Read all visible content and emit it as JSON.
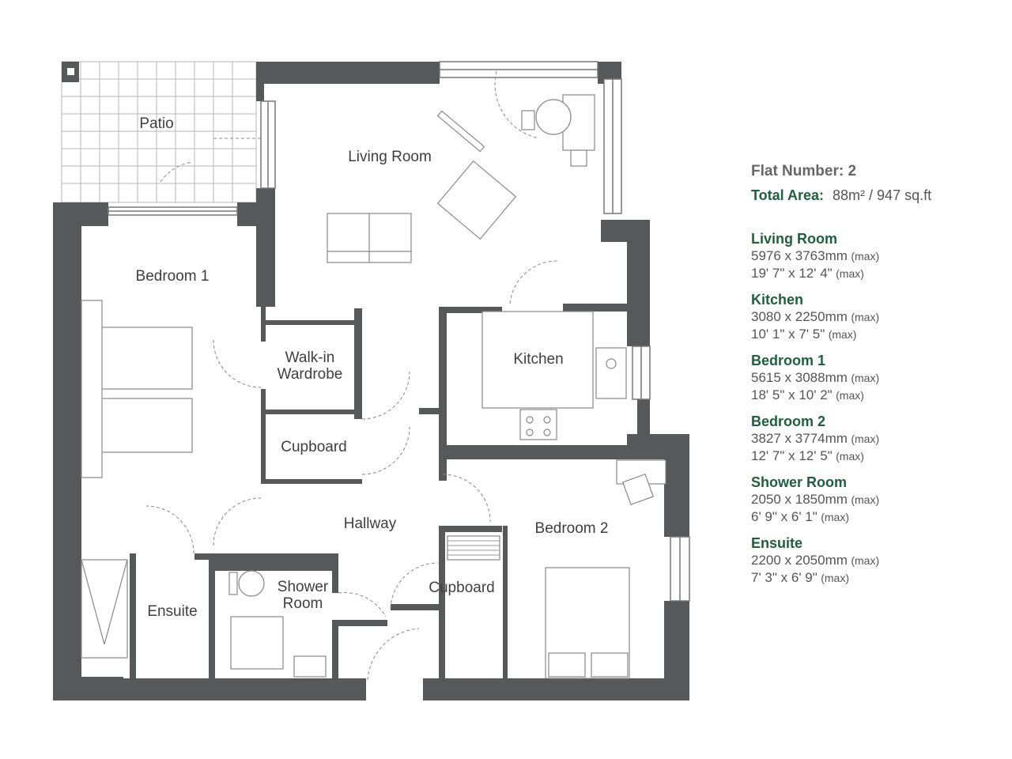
{
  "rooms": {
    "patio": "Patio",
    "living_room": "Living Room",
    "bedroom_1": "Bedroom 1",
    "walkin_line1": "Walk-in",
    "walkin_line2": "Wardrobe",
    "cupboard_1": "Cupboard",
    "kitchen": "Kitchen",
    "hallway": "Hallway",
    "bedroom_2": "Bedroom 2",
    "shower_line1": "Shower",
    "shower_line2": "Room",
    "cupboard_2": "Cupboard",
    "ensuite": "Ensuite"
  },
  "info": {
    "flat_number": "Flat Number: 2",
    "total_area_label": "Total Area:",
    "total_area_value": "88m² / 947 sq.ft",
    "max_label": "(max)",
    "rooms": [
      {
        "name": "Living Room",
        "metric": "5976 x 3763mm",
        "imperial": "19' 7\" x 12' 4\""
      },
      {
        "name": "Kitchen",
        "metric": "3080 x 2250mm",
        "imperial": "10' 1\" x 7' 5\""
      },
      {
        "name": "Bedroom 1",
        "metric": "5615 x 3088mm",
        "imperial": "18' 5\" x 10' 2\""
      },
      {
        "name": "Bedroom 2",
        "metric": "3827 x 3774mm",
        "imperial": "12' 7\" x 12' 5\""
      },
      {
        "name": "Shower Room",
        "metric": "2050 x 1850mm",
        "imperial": "6' 9\" x 6' 1\""
      },
      {
        "name": "Ensuite",
        "metric": "2200 x 2050mm",
        "imperial": "7' 3\" x 6' 9\""
      }
    ]
  },
  "colors": {
    "wall": "#57585a",
    "accent_green": "#1d5f3e",
    "line": "#888888"
  }
}
